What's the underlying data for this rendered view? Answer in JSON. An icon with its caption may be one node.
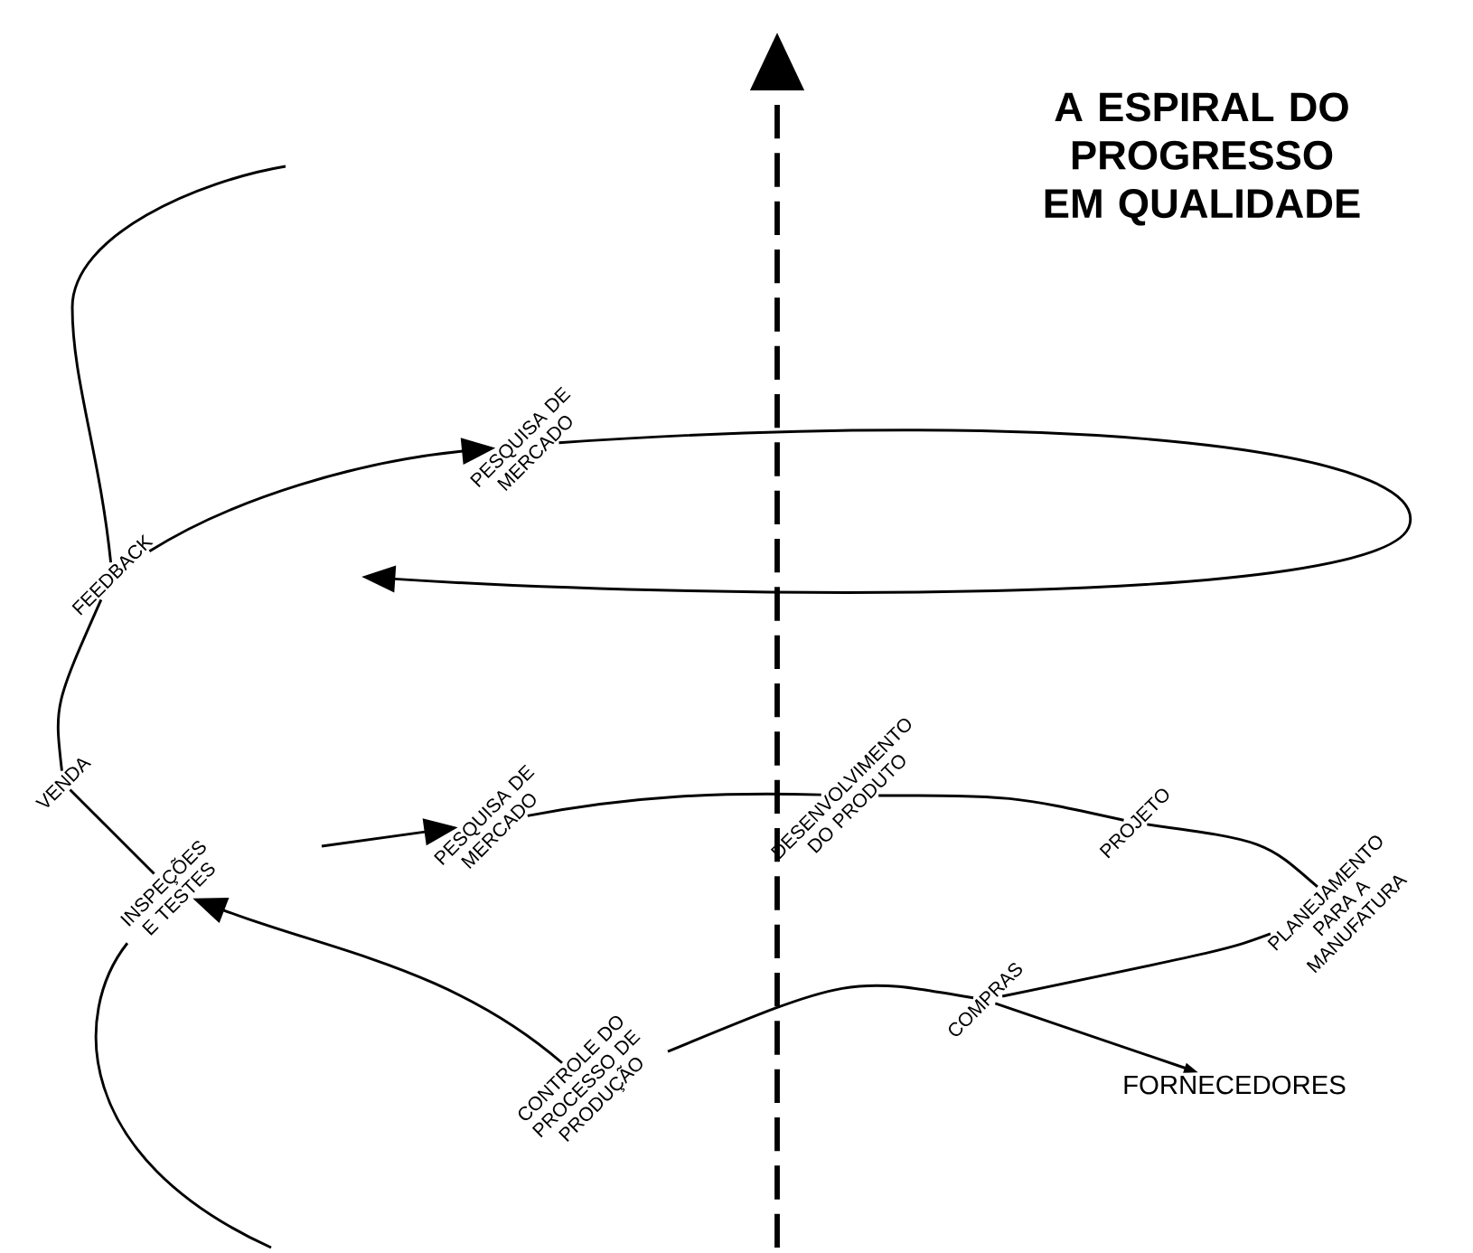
{
  "diagram": {
    "title": "A ESPIRAL DO PROGRESSO EM QUALIDADE",
    "nodes": [
      {
        "text": [
          "PESQUISA DE MERCADO"
        ]
      },
      {
        "text": [
          "FEEDBACK"
        ]
      },
      {
        "text": [
          "VENDA"
        ]
      },
      {
        "text": [
          "DESENVOLVIMENTO DO PRODUTO"
        ]
      },
      {
        "text": [
          "PESQUISA DE MERCADO"
        ]
      },
      {
        "text": [
          "PROJETO"
        ]
      },
      {
        "text": [
          "INSPEÇÕES E TESTES"
        ]
      },
      {
        "text": [
          "PLANEJAMENTO PARA A MANUFATURA"
        ]
      },
      {
        "text": [
          "COMPRAS"
        ]
      },
      {
        "text": [
          "CONTROLE DO PROCESSO DE PRODUÇÃO"
        ]
      },
      {
        "text": [
          "FORNECEDORES"
        ]
      }
    ],
    "edges": [
      {
        "from": null,
        "to": 6,
        "arrow": "none"
      },
      {
        "from": null,
        "to": 4,
        "arrow": "to"
      },
      {
        "from": 4,
        "to": 3,
        "arrow": "none"
      },
      {
        "from": 3,
        "to": 5,
        "arrow": "none"
      },
      {
        "from": 5,
        "to": 7,
        "arrow": "none"
      },
      {
        "from": 7,
        "to": 8,
        "arrow": "none"
      },
      {
        "from": 8,
        "to": 9,
        "arrow": "none"
      },
      {
        "from": 9,
        "to": 6,
        "arrow": "to"
      },
      {
        "from": 6,
        "to": 2,
        "arrow": "none"
      },
      {
        "from": 2,
        "to": 1,
        "arrow": "none"
      },
      {
        "from": 1,
        "to": 0,
        "arrow": "to"
      },
      {
        "from": 0,
        "to": null,
        "arrow": "to"
      },
      {
        "from": 8,
        "to": 10,
        "arrow": "to"
      },
      {
        "from": 1,
        "to": null,
        "arrow": "none"
      }
    ]
  }
}
